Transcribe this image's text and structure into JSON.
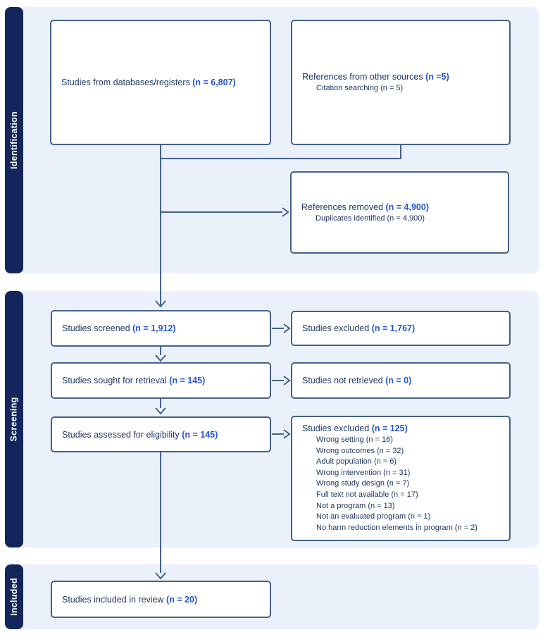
{
  "palette": {
    "sidebar_navy": "#13265b",
    "band_blue": "#eaf1fa",
    "border_slate": "#44618c",
    "text_navy": "#1f3864",
    "count_blue": "#2656cc"
  },
  "sections": [
    {
      "label": "Identification"
    },
    {
      "label": "Screening"
    },
    {
      "label": "Included"
    }
  ],
  "boxes": {
    "databases": {
      "label": "Studies from databases/registers",
      "count": "(n = 6,807)"
    },
    "other_sources": {
      "label": "References from other sources",
      "count": "(n =5)",
      "sub": [
        "Citation searching (n = 5)"
      ]
    },
    "references_removed": {
      "label": "References removed",
      "count": "(n = 4,900)",
      "sub": [
        "Duplicates identified (n =  4,900)"
      ]
    },
    "screened": {
      "label": "Studies screened",
      "count": "(n = 1,912)"
    },
    "excluded_screening": {
      "label": "Studies excluded",
      "count": "(n = 1,767)"
    },
    "sought": {
      "label": "Studies sought for retrieval",
      "count": "(n = 145)"
    },
    "not_retrieved": {
      "label": "Studies not retrieved",
      "count": "(n = 0)"
    },
    "assessed": {
      "label": "Studies assessed for eligibility",
      "count": "(n = 145)"
    },
    "excluded_eligibility": {
      "label": "Studies excluded",
      "count": "(n = 125)",
      "reasons": [
        "Wrong setting (n = 16)",
        "Wrong outcomes (n = 32)",
        "Adult population (n = 6)",
        "Wrong intervention (n = 31)",
        "Wrong study design (n = 7)",
        "Full text not available (n = 17)",
        "Not a program (n = 13)",
        "Not an evaluated program (n = 1)",
        "No harm reduction elements in program (n = 2)"
      ]
    },
    "included": {
      "label": "Studies included in review",
      "count": "(n = 20)"
    }
  }
}
